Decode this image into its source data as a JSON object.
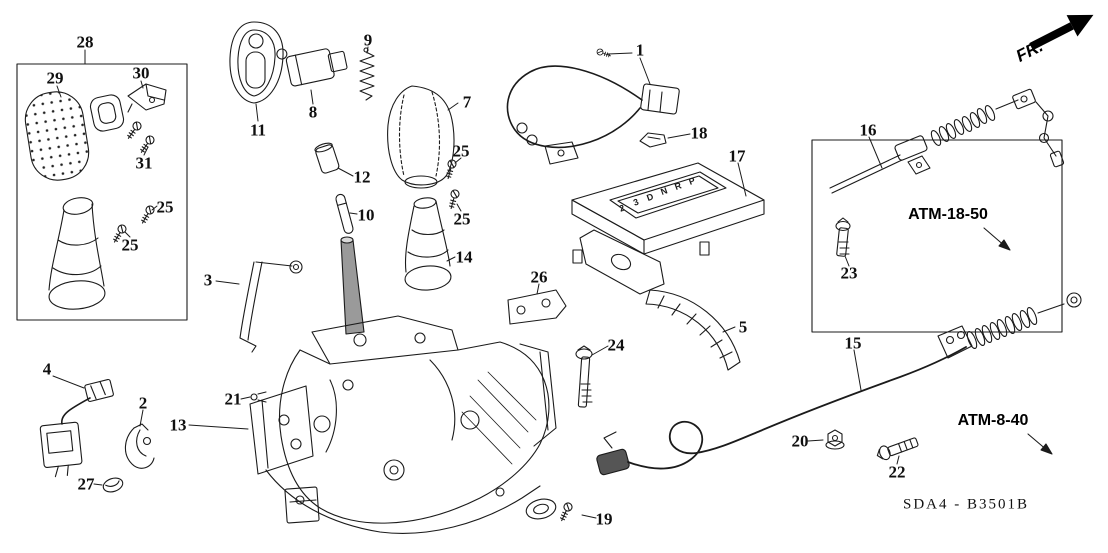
{
  "diagram": {
    "drawing_code": "SDA4 - B3501B",
    "fr_label": "FR.",
    "atm_labels": [
      {
        "label": "ATM-18-50"
      },
      {
        "label": "ATM-8-40"
      }
    ],
    "gear_letters": [
      "P",
      "R",
      "N",
      "D",
      "3",
      "2"
    ],
    "callouts": [
      {
        "label": "28"
      },
      {
        "label": "29"
      },
      {
        "label": "30"
      },
      {
        "label": "31"
      },
      {
        "label": "25"
      },
      {
        "label": "25"
      },
      {
        "label": "11"
      },
      {
        "label": "8"
      },
      {
        "label": "9"
      },
      {
        "label": "7"
      },
      {
        "label": "12"
      },
      {
        "label": "10"
      },
      {
        "label": "25"
      },
      {
        "label": "25"
      },
      {
        "label": "14"
      },
      {
        "label": "1"
      },
      {
        "label": "18"
      },
      {
        "label": "17"
      },
      {
        "label": "26"
      },
      {
        "label": "5"
      },
      {
        "label": "3"
      },
      {
        "label": "4"
      },
      {
        "label": "2"
      },
      {
        "label": "13"
      },
      {
        "label": "21"
      },
      {
        "label": "24"
      },
      {
        "label": "27"
      },
      {
        "label": "19"
      },
      {
        "label": "16"
      },
      {
        "label": "23"
      },
      {
        "label": "15"
      },
      {
        "label": "20"
      },
      {
        "label": "22"
      }
    ],
    "colors": {
      "line": "#1b1b1b",
      "background": "#ffffff"
    }
  }
}
